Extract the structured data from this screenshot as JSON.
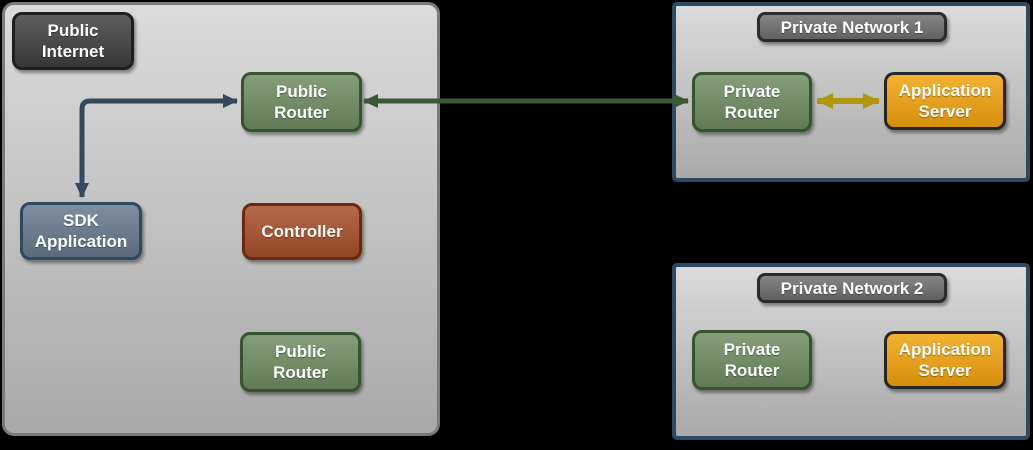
{
  "colors": {
    "background": "#000000",
    "zone_fill_top": "#dbdbdb",
    "zone_fill_bottom": "#a9a9a9",
    "zone_border_gray": "#7a7a7a",
    "zone_border_blue": "#2b4a63",
    "dark_label_fill": "#3f3f3f",
    "dark_label_border": "#1f1f1f",
    "badge_fill": "#6e6e6e",
    "badge_border": "#2b2b2b",
    "router_fill": "#6d8c60",
    "router_border": "#35552f",
    "sdk_fill": "#64798e",
    "sdk_border": "#2e4a62",
    "controller_fill": "#a84e28",
    "controller_border": "#6b2a10",
    "server_fill": "#f2a30c",
    "server_border": "#262626",
    "arrow_blue": "#35495e",
    "arrow_green": "#3b5a33",
    "arrow_yellow": "#b1970b"
  },
  "left_zone": {
    "public_internet_label": "Public\nInternet",
    "public_router_top_label": "Public\nRouter",
    "sdk_application_label": "SDK\nApplication",
    "controller_label": "Controller",
    "public_router_bottom_label": "Public\nRouter"
  },
  "private_network_1": {
    "title": "Private Network 1",
    "private_router_label": "Private\nRouter",
    "application_server_label": "Application\nServer"
  },
  "private_network_2": {
    "title": "Private Network 2",
    "private_router_label": "Private\nRouter",
    "application_server_label": "Application\nServer"
  },
  "connections": [
    {
      "from": "public-router-top",
      "to": "sdk-application",
      "direction": "bidirectional",
      "color": "#35495e"
    },
    {
      "from": "public-router-top",
      "to": "private-network-1-private-router",
      "direction": "bidirectional",
      "color": "#3b5a33"
    },
    {
      "from": "private-network-1-private-router",
      "to": "private-network-1-application-server",
      "direction": "bidirectional",
      "color": "#b1970b"
    }
  ]
}
